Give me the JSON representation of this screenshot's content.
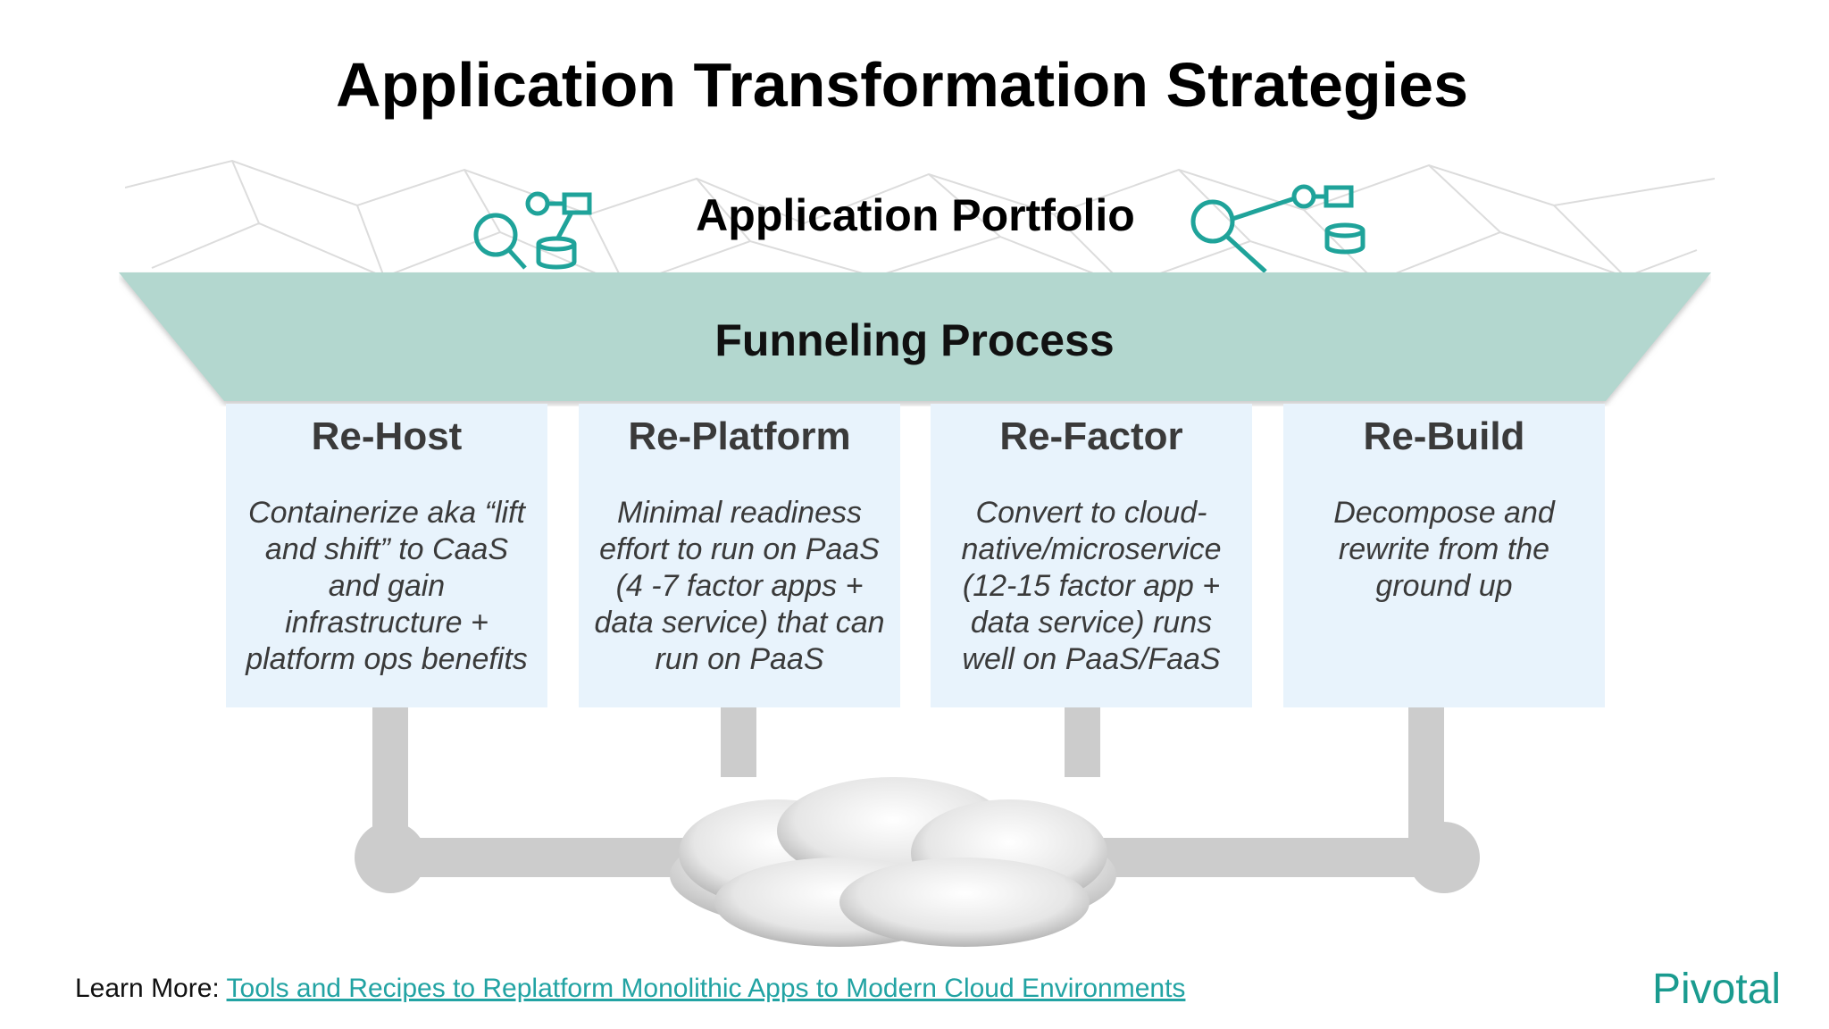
{
  "title": "Application Transformation Strategies",
  "portfolio_label": "Application Portfolio",
  "funnel_label": "Funneling Process",
  "strategies": [
    {
      "title": "Re-Host",
      "description": "Containerize aka “lift and shift” to CaaS and gain infrastructure + platform ops benefits"
    },
    {
      "title": "Re-Platform",
      "description": "Minimal readiness effort to run on PaaS (4 -7 factor apps + data service) that can run on PaaS"
    },
    {
      "title": "Re-Factor",
      "description": "Convert to cloud-native/microservice (12-15 factor app + data service) runs well on PaaS/FaaS"
    },
    {
      "title": "Re-Build",
      "description": "Decompose and rewrite from the ground up"
    }
  ],
  "footer": {
    "prefix": "Learn More:",
    "link_text": "Tools and Recipes to Replatform Monolithic Apps to Modern Cloud Environments"
  },
  "logo_text": "Pivotal",
  "colors": {
    "funnel": "#b3d7cf",
    "box_bg": "#e8f3fc",
    "teal_icon": "#1fa39a",
    "link": "#22a3a3",
    "pipe": "#cccccc"
  },
  "icons": [
    "search-network-icon",
    "search-network-icon",
    "cloud-icon"
  ]
}
